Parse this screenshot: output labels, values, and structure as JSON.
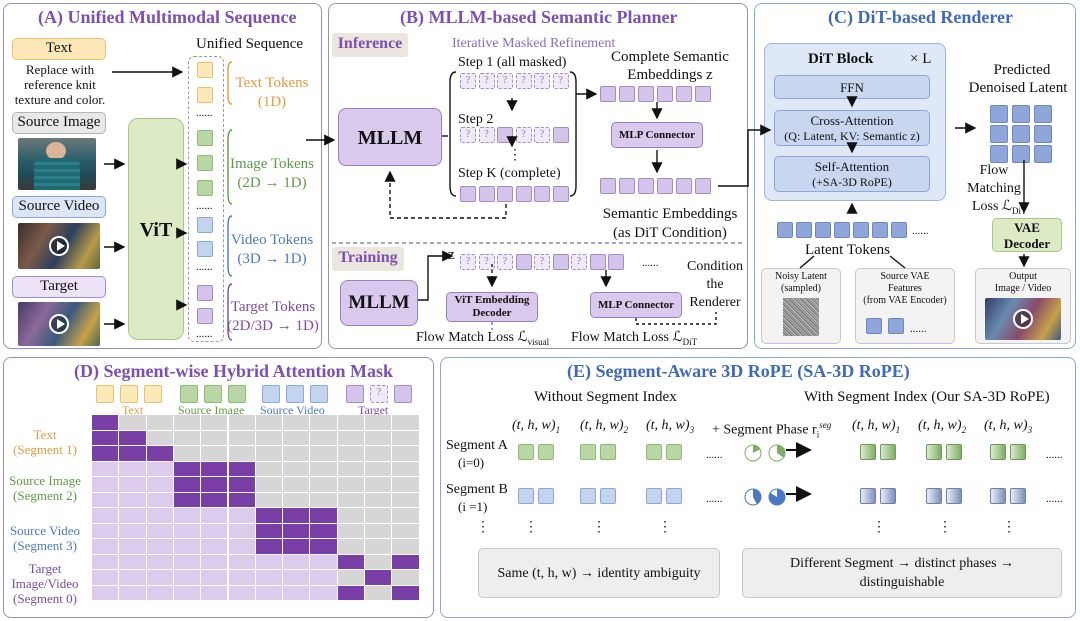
{
  "panelA": {
    "title": "(A) Unified Multimodal Sequence",
    "text_label": "Text",
    "text_desc": [
      "Replace with",
      "reference knit",
      "texture and color."
    ],
    "source_image": "Source Image",
    "source_video": "Source Video",
    "target": "Target",
    "vit": "ViT",
    "unified_sequence": "Unified Sequence",
    "ellipsis": "......",
    "text_tokens": [
      "Text Tokens",
      "(1D)"
    ],
    "image_tokens": [
      "Image Tokens",
      "(2D → 1D)"
    ],
    "video_tokens": [
      "Video Tokens",
      "(3D → 1D)"
    ],
    "target_tokens": [
      "Target Tokens",
      "(2D/3D → 1D)"
    ]
  },
  "panelB": {
    "title": "(B) MLLM-based Semantic Planner",
    "inference": "Inference",
    "training": "Training",
    "iterative": "Iterative Masked Refinement",
    "step1": "Step 1 (all masked)",
    "step2": "Step 2",
    "stepk": "Step K (complete)",
    "vdots": "⋮",
    "mllm": "MLLM",
    "complete_sem": [
      "Complete Semantic",
      "Embeddings z"
    ],
    "mlp_connector": "MLP Connector",
    "sem_embed": [
      "Semantic Embeddings",
      "(as DiT Condition)"
    ],
    "z": "z",
    "vit_embed_decoder": [
      "ViT Embedding",
      "Decoder"
    ],
    "condition_renderer": [
      "Condition",
      "the",
      "Renderer"
    ],
    "flow_visual": "Flow Match Loss ℒ",
    "flow_visual_sub": "visual",
    "flow_dit": "Flow Match Loss ℒ",
    "flow_dit_sub": "DiT",
    "mask_glyph": "?",
    "ellipsis": "......"
  },
  "panelC": {
    "title": "(C) DiT-based Renderer",
    "dit_block": "DiT Block",
    "times_l": "× L",
    "ffn": "FFN",
    "cross_attn": [
      "Cross-Attention",
      "(Q: Latent, KV: Semantic z)"
    ],
    "self_attn": [
      "Self-Attention",
      "(+SA-3D RoPE)"
    ],
    "predicted": [
      "Predicted",
      "Denoised Latent"
    ],
    "flow_loss": [
      "Flow",
      "Matching",
      "Loss ℒ"
    ],
    "flow_loss_sub": "DiT",
    "vae_decoder": [
      "VAE",
      "Decoder"
    ],
    "latent_tokens": "Latent Tokens",
    "noisy_latent": [
      "Noisy Latent",
      "(sampled)"
    ],
    "source_vae": [
      "Source VAE",
      "Features",
      "(from VAE Encoder)"
    ],
    "output": [
      "Output",
      "Image / Video"
    ],
    "ellipsis": "......"
  },
  "panelD": {
    "title": "(D) Segment-wise Hybrid Attention Mask",
    "legend": [
      "Text",
      "Source Image",
      "Source Video",
      "Target"
    ],
    "rows": [
      [
        "Text",
        "(Segment 1)"
      ],
      [
        "Source Image",
        "(Segment 2)"
      ],
      [
        "Source Video",
        "(Segment 3)"
      ],
      [
        "Target",
        "Image/Video",
        "(Segment 0)"
      ]
    ],
    "colors": {
      "text": "#e49a3d",
      "image": "#5f9a45",
      "video": "#4a78c4",
      "target": "#7a4aa8",
      "filled": "#7a3fa6",
      "lavender": "#dccbec",
      "grey": "#d6d6d6"
    }
  },
  "panelE": {
    "title": "(E) Segment-Aware 3D RoPE (SA-3D RoPE)",
    "without": "Without Segment Index",
    "with": "With Segment Index (Our SA-3D RoPE)",
    "coords": [
      "(t, h, w)",
      "(t, h, w)",
      "(t, h, w)"
    ],
    "coord_subs": [
      "1",
      "2",
      "3"
    ],
    "segment_phase": "+ Segment Phase r",
    "phase_sub": "i",
    "phase_sup": "seg",
    "seg_a": "Segment A",
    "seg_a_idx": "(i=0)",
    "seg_b": "Segment B",
    "seg_b_idx": "(i =1)",
    "same": "Same (t, h, w) → identity ambiguity",
    "different": [
      "Different Segment → distinct phases →",
      "distinguishable"
    ],
    "ellipsis": "......",
    "vdots": "⋮"
  }
}
